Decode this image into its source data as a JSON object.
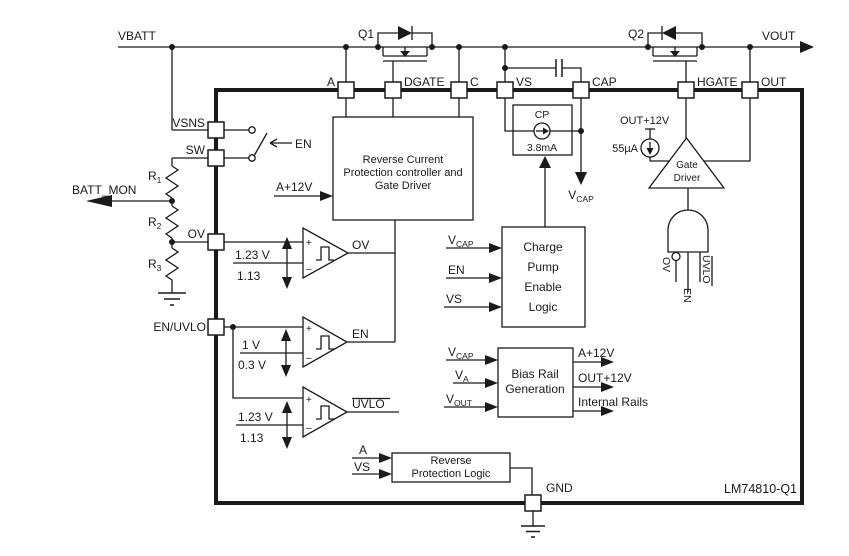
{
  "diagram": {
    "part_number": "LM74810-Q1",
    "nets": {
      "vbatt": "VBATT",
      "vout": "VOUT",
      "batt_mon": "BATT_MON",
      "gnd_label": "GND"
    },
    "transistors": {
      "q1": "Q1",
      "q2": "Q2"
    },
    "pins": {
      "a": "A",
      "dgate": "DGATE",
      "c": "C",
      "vs": "VS",
      "cap": "CAP",
      "hgate": "HGATE",
      "out": "OUT",
      "vsns": "VSNS",
      "sw": "SW",
      "ov": "OV",
      "en_uvlo": "EN/UVLO"
    },
    "switch": {
      "label": "EN"
    },
    "resistors": {
      "r1": {
        "name": "R",
        "sub": "1"
      },
      "r2": {
        "name": "R",
        "sub": "2"
      },
      "r3": {
        "name": "R",
        "sub": "3"
      }
    },
    "blocks": {
      "rcp": {
        "line1": "Reverse Current",
        "line2": "Protection controller and",
        "line3": "Gate Driver",
        "input": "A+12V"
      },
      "charge_pump": {
        "title": "CP",
        "current": "3.8mA",
        "cap_node": {
          "main": "V",
          "sub": "CAP"
        }
      },
      "cp_enable": {
        "line1": "Charge",
        "line2": "Pump",
        "line3": "Enable",
        "line4": "Logic",
        "in_vcap": {
          "main": "V",
          "sub": "CAP"
        },
        "in_en": "EN",
        "in_vs": "VS"
      },
      "bias": {
        "line1": "Bias Rail",
        "line2": "Generation",
        "in_vcap": {
          "main": "V",
          "sub": "CAP"
        },
        "in_va": {
          "main": "V",
          "sub": "A"
        },
        "in_vout": {
          "main": "V",
          "sub": "OUT"
        },
        "out_a12": "A+12V",
        "out_out12": "OUT+12V",
        "out_internal": "Internal Rails"
      },
      "rpl": {
        "line1": "Reverse",
        "line2": "Protection Logic",
        "in_a": "A",
        "in_vs": "VS"
      },
      "gate_driver": {
        "line1": "Gate",
        "line2": "Driver",
        "supply": "OUT+12V",
        "current": "55µA"
      }
    },
    "comparators": {
      "ov": {
        "label": "OV",
        "rise": "1.23 V",
        "fall": "1.13"
      },
      "en": {
        "label": "EN",
        "rise": "1 V",
        "fall": "0.3 V"
      },
      "uvlo": {
        "label": "UVLO",
        "rise": "1.23 V",
        "fall": "1.13"
      }
    },
    "and_gate": {
      "in_ov": "OV",
      "in_en": "EN",
      "in_uvlo": "UVLO"
    }
  }
}
